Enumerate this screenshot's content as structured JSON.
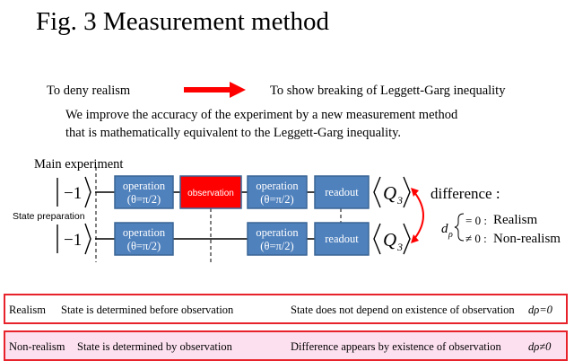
{
  "title": "Fig. 3 Measurement method",
  "header": {
    "deny_realism": "To deny realism",
    "show_breaking": "To show breaking of Leggett-Garg inequality"
  },
  "description": {
    "line1": "We improve the accuracy of the experiment by a new measurement method",
    "line2": "that is mathematically equivalent to the Leggett-Garg inequality."
  },
  "diagram": {
    "main_experiment": "Main experiment",
    "state_preparation": "State preparation",
    "initial_state": "−1",
    "operation_label": "operation",
    "operation_angle": "(θ=π/2)",
    "observation_label": "observation",
    "readout_label": "readout",
    "measured_quantity": "Q",
    "measured_subscript": "3",
    "difference_label": "difference :",
    "d_symbol": "d",
    "d_subscript": "ρ",
    "cond_equal": "= 0 :",
    "cond_not_equal": "≠ 0 :",
    "realism_word": "Realism",
    "nonrealism_word": "Non-realism"
  },
  "banners": {
    "realism": {
      "label": "Realism",
      "cause": "State is determined before observation",
      "effect": "State does not depend on existence of observation",
      "formula": "dρ=0"
    },
    "nonrealism": {
      "label": "Non-realism",
      "cause": "State is determined by observation",
      "effect": "Difference appears by existence of observation",
      "formula": "dρ≠0"
    }
  },
  "colors": {
    "box_fill": "#4f81bd",
    "box_border": "#3a6595",
    "observation_fill": "#ff0000",
    "arrow_red": "#ff0000",
    "banner_border": "#e8222b",
    "nonrealism_bg": "#fde0ef"
  }
}
